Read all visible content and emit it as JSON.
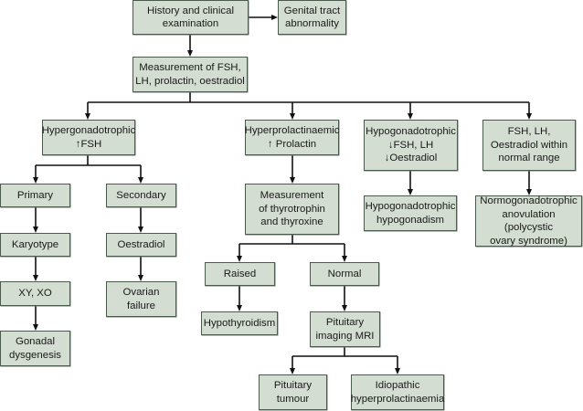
{
  "diagram": {
    "type": "flowchart",
    "colors": {
      "box_fill": "#d3ddd1",
      "box_border": "#4a5a4c",
      "line": "#111111",
      "text": "#1a1a1a"
    },
    "nodes": {
      "history": "History and clinical\nexamination",
      "genital": "Genital tract\nabnormality",
      "measure_hormones": "Measurement of FSH,\nLH, prolactin, oestradiol",
      "hypergonadotrophic": "Hypergonadotrophic\n↑FSH",
      "hyperprolactinaemic": "Hyperprolactinaemic\n↑ Prolactin",
      "hypogonadotrophic": "Hypogonadotrophic\n↓FSH, LH\n↓Oestradiol",
      "normal_range": "FSH, LH,\nOestradiol within\nnormal range",
      "primary": "Primary",
      "secondary": "Secondary",
      "karyotype": "Karyotype",
      "oestradiol": "Oestradiol",
      "xy_xo": "XY, XO",
      "ovarian_failure": "Ovarian\nfailure",
      "gonadal_dysgenesis": "Gonadal\ndysgenesis",
      "measure_thyro": "Measurement\nof thyrotrophin\nand thyroxine",
      "raised": "Raised",
      "normal": "Normal",
      "hypothyroidism": "Hypothyroidism",
      "pituitary_mri": "Pituitary\nimaging MRI",
      "pituitary_tumour": "Pituitary\ntumour",
      "idiopathic": "Idiopathic\nhyperprolactinaemia",
      "hypo_hypogonadism": "Hypogonadotrophic\nhypogonadism",
      "normogonadotrophic": "Normogonadotrophic\nanovulation (polycystic\novary syndrome)"
    },
    "edges": [
      [
        "history",
        "genital"
      ],
      [
        "history",
        "measure_hormones"
      ],
      [
        "measure_hormones",
        "hypergonadotrophic"
      ],
      [
        "measure_hormones",
        "hyperprolactinaemic"
      ],
      [
        "measure_hormones",
        "hypogonadotrophic"
      ],
      [
        "measure_hormones",
        "normal_range"
      ],
      [
        "hypergonadotrophic",
        "primary"
      ],
      [
        "hypergonadotrophic",
        "secondary"
      ],
      [
        "primary",
        "karyotype"
      ],
      [
        "karyotype",
        "xy_xo"
      ],
      [
        "xy_xo",
        "gonadal_dysgenesis"
      ],
      [
        "secondary",
        "oestradiol"
      ],
      [
        "oestradiol",
        "ovarian_failure"
      ],
      [
        "hyperprolactinaemic",
        "measure_thyro"
      ],
      [
        "measure_thyro",
        "raised"
      ],
      [
        "measure_thyro",
        "normal"
      ],
      [
        "raised",
        "hypothyroidism"
      ],
      [
        "normal",
        "pituitary_mri"
      ],
      [
        "pituitary_mri",
        "pituitary_tumour"
      ],
      [
        "pituitary_mri",
        "idiopathic"
      ],
      [
        "hypogonadotrophic",
        "hypo_hypogonadism"
      ],
      [
        "normal_range",
        "normogonadotrophic"
      ]
    ]
  }
}
